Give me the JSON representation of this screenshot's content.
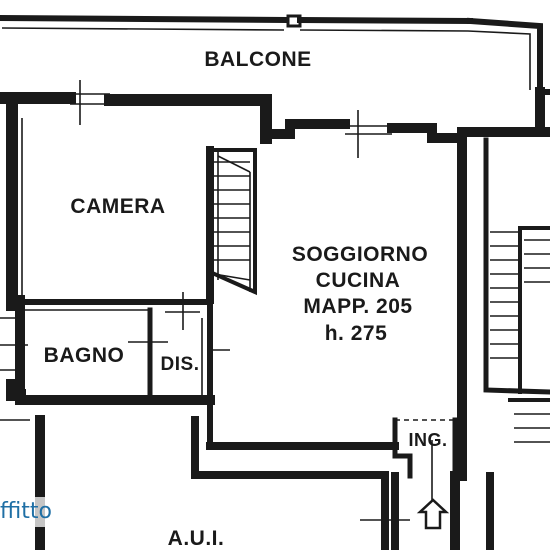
{
  "rooms": {
    "balcone": "BALCONE",
    "camera": "CAMERA",
    "soggiorno_line1": "SOGGIORNO",
    "soggiorno_line2": "CUCINA",
    "soggiorno_line3": "MAPP. 205",
    "soggiorno_line4": "h. 275",
    "bagno": "BAGNO",
    "dis": "DIS.",
    "ing": "ING.",
    "aui": "A.U.I."
  },
  "overlay": {
    "watermark": "ffitto",
    "watermark_color": "#1f6fa5"
  },
  "colors": {
    "ink": "#1a1a1a",
    "background": "#ffffff"
  }
}
